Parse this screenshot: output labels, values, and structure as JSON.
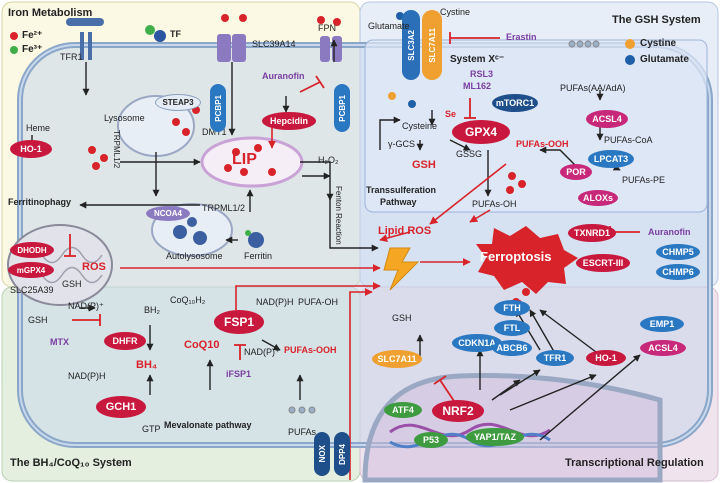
{
  "panels": {
    "iron": "Iron Metabolism",
    "gsh": "The GSH System",
    "bh4": "The BH₄/CoQ₁₀ System",
    "tx": "Transcriptional Regulation"
  },
  "legend": {
    "fe2": "Fe²⁺",
    "fe3": "Fe³⁺",
    "cystine": "Cystine",
    "glutamate": "Glutamate"
  },
  "colors": {
    "fe2": "#d8232a",
    "fe3": "#3fae49",
    "cystine": "#f0a030",
    "glutamate": "#1f5fa8"
  },
  "iron": {
    "tf": "TF",
    "tfr1": "TFR1",
    "steap3": "STEAP3",
    "lysosome": "Lysosome",
    "trpml12": "TRPML1/2",
    "dmt1": "DMT1",
    "heme": "Heme",
    "ho1": "HO-1",
    "slc39a14": "SLC39A14",
    "fpn": "FPN",
    "pcbp1": "PCBP1",
    "auranofin": "Auranofin",
    "hepcidin": "Hepcidin",
    "lip": "LIP",
    "ferritinophagy": "Ferritinophagy",
    "ncoa4": "NCOA4",
    "trpml12b": "TRPML1/2",
    "autolysosome": "Autolysosome",
    "ferritin": "Ferritin",
    "h2o2": "H₂O₂",
    "fenton": "Fenton Reaction"
  },
  "gsh": {
    "glutamate": "Glutamate",
    "cystine": "Cystine",
    "slc3a2": "SLC3A2",
    "slc7a11": "SLC7A11",
    "erastin": "Erastin",
    "system_xc": "System Xᶜ⁻",
    "rsl3": "RSL3",
    "ml162": "ML162",
    "mtorc1": "mTORC1",
    "pufas_aa": "PUFAs(AA/AdA)",
    "acsl4": "ACSL4",
    "pufas_coa": "PUFAs-CoA",
    "lpcat3": "LPCAT3",
    "pufas_pe": "PUFAs-PE",
    "por": "POR",
    "aloxs": "ALOXs",
    "se": "Se",
    "cysteine": "Cysteine",
    "ggcs": "γ-GCS",
    "gpx4": "GPX4",
    "gsh": "GSH",
    "gssg": "GSSG",
    "pufas_ooh": "PUFAs-OOH",
    "pufas_oh": "PUFAs-OH",
    "transsulf": "Transsulferation",
    "pathway": "Pathway"
  },
  "center": {
    "lipid_ros": "Lipid ROS",
    "ferroptosis": "Ferroptosis",
    "txnrd1": "TXNRD1",
    "auranofin2": "Auranofin",
    "escrt": "ESCRT-III",
    "chmp5": "CHMP5",
    "chmp6": "CHMP6",
    "ros": "ROS"
  },
  "mito": {
    "dhodh": "DHODH",
    "mgpx4": "mGPX4",
    "slc25a39": "SLC25A39",
    "gsh": "GSH"
  },
  "bh4": {
    "gsh": "GSH",
    "nadp_plus": "NAD(P)⁺",
    "nadph": "NAD(P)H",
    "mtx": "MTX",
    "dhfr": "DHFR",
    "bh2": "BH₂",
    "bh4": "BH₄",
    "gch1": "GCH1",
    "gtp": "GTP",
    "coq10h2": "CoQ₁₀H₂",
    "coq10": "CoQ10",
    "fsp1": "FSP1",
    "nadph2": "NAD(P)H",
    "nadp2": "NAD(P)⁺",
    "ifsp1": "iFSP1",
    "pufa_oh": "PUFA-OH",
    "pufas_ooh": "PUFAs-OOH",
    "mevalonate": "Mevalonate pathway",
    "pufas": "PUFAs",
    "nox": "NOX",
    "dpp4": "DPP4"
  },
  "tx": {
    "gsh": "GSH",
    "slc7a11": "SLC7A11",
    "cdkn1a": "CDKN1A",
    "fth": "FTH",
    "ftl": "FTL",
    "abcb6": "ABCB6",
    "tfr1": "TFR1",
    "ho1": "HO-1",
    "emp1": "EMP1",
    "acsl4": "ACSL4",
    "atf4": "ATF4",
    "nrf2": "NRF2",
    "p53": "P53",
    "yap1": "YAP1/TAZ"
  }
}
